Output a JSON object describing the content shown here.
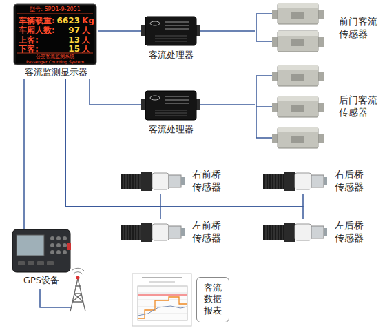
{
  "diagram": {
    "nodes": [
      {
        "text": [
          "型号: SPD1-9-2051",
          "车辆载重:",
          "6623",
          "Kg",
          "车厢人数:",
          "97",
          "人",
          "上客:",
          "13",
          "人",
          "下客:",
          "15",
          "人",
          "公交客流监测系统",
          "Passenger Counting System",
          "客流监测显示器"
        ]
      },
      {
        "text": [
          "客流处理器"
        ]
      },
      {
        "text": [
          "前门客流传感器"
        ]
      },
      {
        "text": [
          "客流处理器"
        ]
      },
      {
        "text": [
          "后门客流传感器"
        ]
      },
      {
        "text": [
          "右前桥传感器"
        ]
      },
      {
        "text": [
          "右后桥传感器"
        ]
      },
      {
        "text": [
          "左前桥传感器"
        ]
      },
      {
        "text": [
          "左后桥传感器"
        ]
      },
      {
        "text": [
          "GPS设备"
        ]
      },
      {
        "text": [
          "客流数据报表"
        ]
      }
    ],
    "edges": [
      {
        "from": 0,
        "to": 1,
        "arrow": "none"
      },
      {
        "from": 0,
        "to": 3,
        "arrow": "none"
      },
      {
        "from": 1,
        "to": 2,
        "arrow": "none"
      },
      {
        "from": 3,
        "to": 4,
        "arrow": "none"
      },
      {
        "from": 0,
        "to": 5,
        "arrow": "none"
      },
      {
        "from": 0,
        "to": 6,
        "arrow": "none"
      },
      {
        "from": 0,
        "to": 7,
        "arrow": "none"
      },
      {
        "from": 0,
        "to": 8,
        "arrow": "none"
      },
      {
        "from": 0,
        "to": 9,
        "arrow": "none"
      }
    ]
  }
}
